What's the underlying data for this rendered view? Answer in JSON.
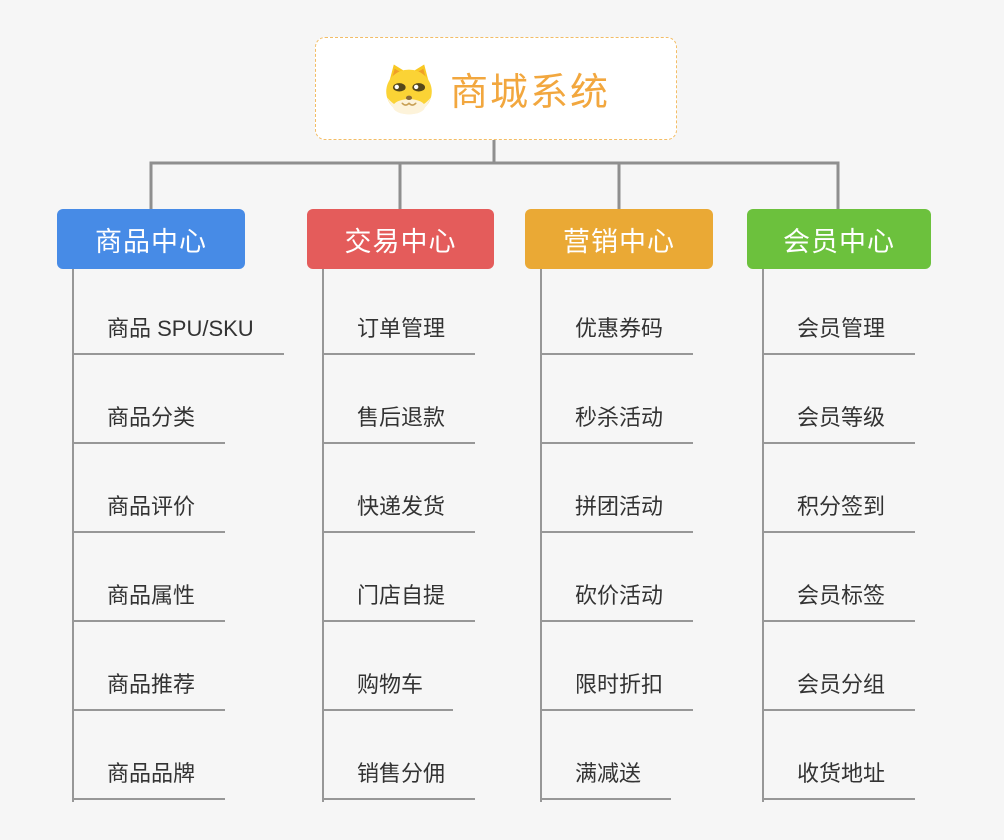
{
  "root": {
    "label": "商城系统",
    "accent_color": "#f2a73e",
    "icon": "dog-icon"
  },
  "line_color": "#8f8f8f",
  "leaf_line_color": "#979797",
  "branches": [
    {
      "label": "商品中心",
      "color": "#478be6",
      "children": [
        "商品 SPU/SKU",
        "商品分类",
        "商品评价",
        "商品属性",
        "商品推荐",
        "商品品牌"
      ]
    },
    {
      "label": "交易中心",
      "color": "#e45c5b",
      "children": [
        "订单管理",
        "售后退款",
        "快递发货",
        "门店自提",
        "购物车",
        "销售分佣"
      ]
    },
    {
      "label": "营销中心",
      "color": "#eaa935",
      "children": [
        "优惠券码",
        "秒杀活动",
        "拼团活动",
        "砍价活动",
        "限时折扣",
        "满减送"
      ]
    },
    {
      "label": "会员中心",
      "color": "#6cc13d",
      "children": [
        "会员管理",
        "会员等级",
        "积分签到",
        "会员标签",
        "会员分组",
        "收货地址"
      ]
    }
  ]
}
